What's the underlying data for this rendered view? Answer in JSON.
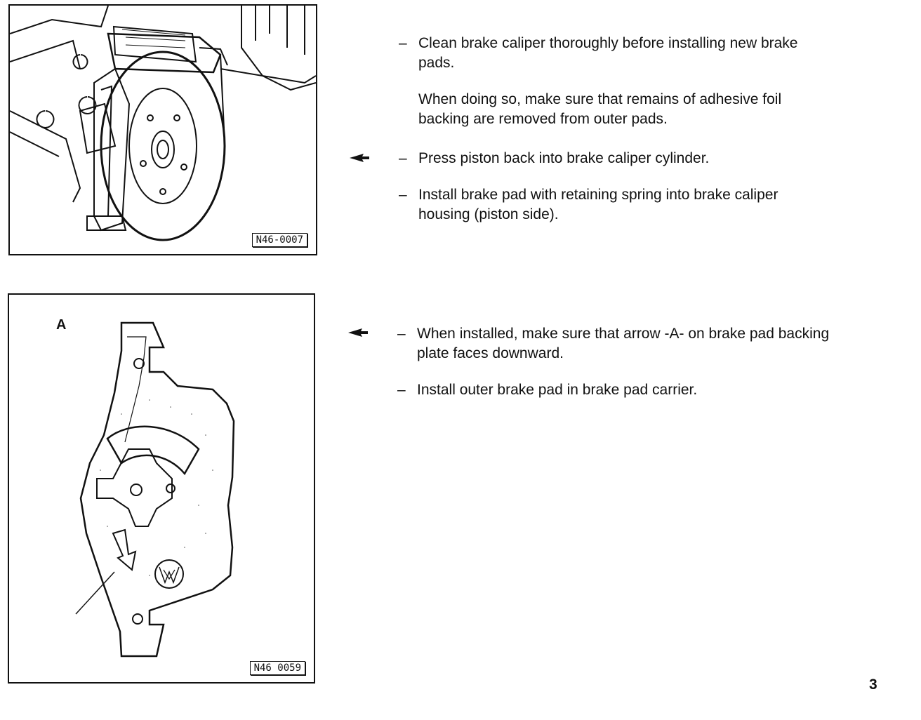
{
  "figures": [
    {
      "code": "N46-0007",
      "subject": "brake-caliper-assembly"
    },
    {
      "code": "N46 0059",
      "subject": "brake-pad-backing-plate",
      "label": "A"
    }
  ],
  "steps": [
    {
      "dash": "–",
      "lines": [
        "Clean brake caliper thoroughly before installing new brake",
        "pads."
      ],
      "note": [
        "When doing so, make sure that remains of adhesive foil",
        "backing are removed from outer pads."
      ]
    },
    {
      "dash": "–",
      "lines": [
        "Press piston back into brake caliper cylinder."
      ]
    },
    {
      "dash": "–",
      "lines": [
        "Install brake pad with retaining spring into brake caliper",
        "housing (piston side)."
      ]
    },
    {
      "dash": "–",
      "lines": [
        "When installed, make sure that arrow -A- on brake pad backing",
        "plate faces downward."
      ]
    },
    {
      "dash": "–",
      "lines": [
        "Install outer brake pad in brake pad carrier."
      ]
    }
  ],
  "pointer_icon": "left-arrow-pointer-icon",
  "page_number": "3",
  "colors": {
    "ink": "#111111",
    "paper": "#ffffff"
  }
}
